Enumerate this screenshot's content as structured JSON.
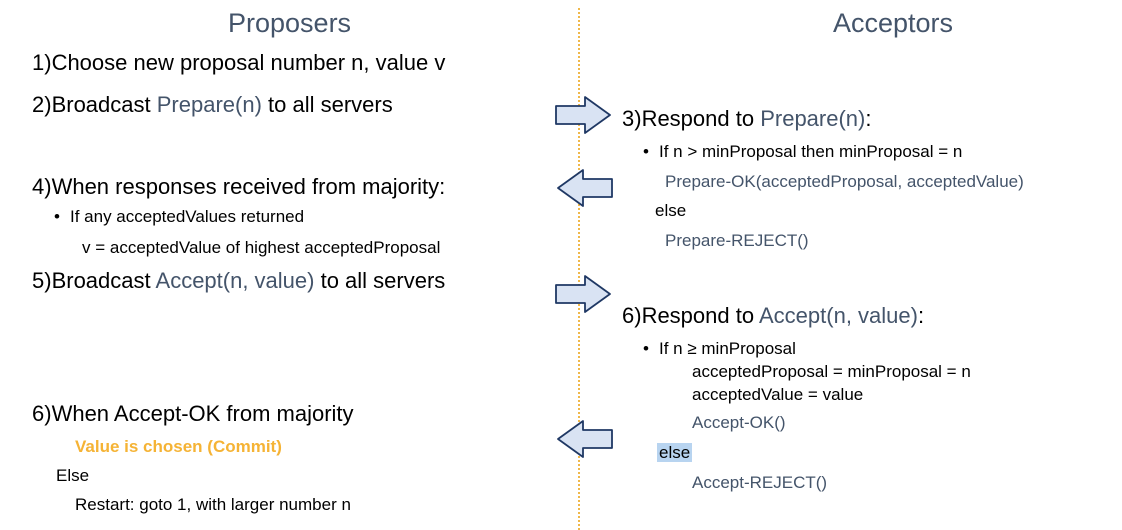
{
  "headers": {
    "left": "Proposers",
    "right": "Acceptors"
  },
  "proposers": {
    "step1": {
      "num": "1)",
      "text": "Choose new proposal number n, value v"
    },
    "step2": {
      "num": "2)",
      "pre": "Broadcast ",
      "msg": "Prepare(n)",
      "post": " to all servers"
    },
    "step4": {
      "num": "4)",
      "text": "When responses received from majority:",
      "bullet": "If any acceptedValues returned",
      "line": "v = acceptedValue of highest acceptedProposal"
    },
    "step5": {
      "num": "5)",
      "pre": "Broadcast ",
      "msg": "Accept(n, value)",
      "post": " to all servers"
    },
    "step6": {
      "num": "6)",
      "text": "When Accept-OK from majority",
      "chosen": "Value is chosen (Commit)",
      "else": "Else",
      "restart": "Restart: goto 1, with larger number n"
    }
  },
  "acceptors": {
    "step3": {
      "num": "3)",
      "pre": "Respond to ",
      "msg": "Prepare(n)",
      "post": ":",
      "bullet": "If n > minProposal then minProposal = n",
      "ok": "Prepare-OK(acceptedProposal, acceptedValue)",
      "else": "else",
      "reject": "Prepare-REJECT()"
    },
    "step6": {
      "num": "6)",
      "pre": "Respond to ",
      "msg": "Accept(n, value)",
      "post": ":",
      "bullet": "If n ≥ minProposal",
      "line1": "acceptedProposal = minProposal = n",
      "line2": "acceptedValue = value",
      "ok": "Accept-OK()",
      "else": "else",
      "reject": "Accept-REJECT()"
    }
  },
  "colors": {
    "header": "#44546a",
    "message": "#44546a",
    "highlight": "#f5b335",
    "divider": "#f0b84a",
    "arrow_fill": "#d9e3f3",
    "arrow_stroke": "#1f3864"
  }
}
